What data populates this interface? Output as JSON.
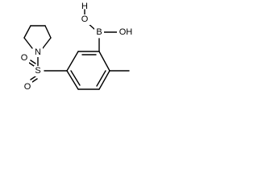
{
  "molecule": {
    "atoms": {
      "boron": "B",
      "hydroxyl_left": "HO",
      "hydroxyl_right": "OH",
      "hydroxyl_left_h": "H",
      "hydroxyl_right_h": "H",
      "sulfur": "S",
      "sulfonyl_oxygen_top": "O",
      "sulfonyl_oxygen_bottom": "O",
      "nitrogen": "N"
    }
  }
}
